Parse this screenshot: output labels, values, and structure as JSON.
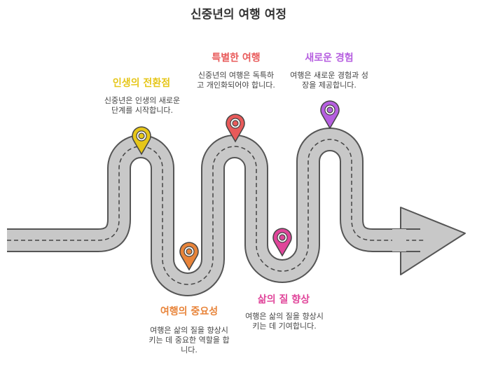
{
  "title": "신중년의 여행 여정",
  "colors": {
    "yellow": "#e6c619",
    "orange": "#e8843a",
    "red": "#e85a5a",
    "pink": "#e0459a",
    "purple": "#b65fe0",
    "road": "#c8c8c8"
  },
  "stages": [
    {
      "title": "인생의 전환점",
      "desc": "신중년은 인생의 새로운 단계를 시작합니다."
    },
    {
      "title": "여행의 중요성",
      "desc": "여행은 삶의 질을 향상시키는 데 중요한 역할을 합니다."
    },
    {
      "title": "특별한 여행",
      "desc": "신중년의 여행은 독특하고 개인화되어야 합니다."
    },
    {
      "title": "삶의 질 향상",
      "desc": "여행은 삶의 질을 향상시키는 데 기여합니다."
    },
    {
      "title": "새로운 경험",
      "desc": "여행은 새로운 경험과 성장을 제공합니다."
    }
  ]
}
